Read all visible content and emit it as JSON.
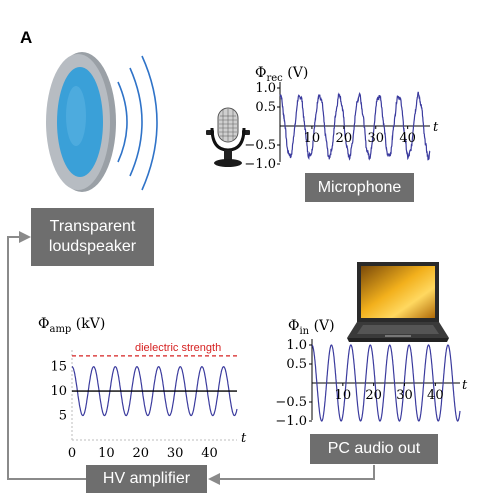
{
  "panel_label": "A",
  "boxes": {
    "speaker": "Transparent loudspeaker",
    "speaker_line1": "Transparent",
    "speaker_line2": "loudspeaker",
    "microphone": "Microphone",
    "pc_audio": "PC audio out",
    "hv_amplifier": "HV amplifier"
  },
  "icons": [
    "loudspeaker-disk-icon",
    "sound-wave-icon",
    "microphone-icon",
    "laptop-icon"
  ],
  "colors": {
    "signal": "#3b3b9e",
    "box_fill": "#6e6e6e",
    "arrow": "#8a8a8a",
    "dielectric": "#d62020",
    "speaker_blue": "#3aa0d8",
    "speaker_rim": "#b7bcc2"
  },
  "chart_data": [
    {
      "id": "rec",
      "type": "line",
      "ylabel": "Φ",
      "ylabel_sub": "rec",
      "ylabel_unit": " (V)",
      "xlabel": "t",
      "x_ticks": [
        10,
        20,
        30,
        40
      ],
      "y_ticks": [
        1.0,
        0.5,
        -0.5,
        -1.0
      ],
      "y_tick_labels": [
        "1.0",
        "0.5",
        "−0.5",
        "−1.0"
      ],
      "xlim": [
        0,
        47
      ],
      "ylim": [
        -1.0,
        1.0
      ],
      "series": [
        {
          "amplitude": 0.8,
          "period": 6.2,
          "noise": true
        }
      ]
    },
    {
      "id": "amp",
      "type": "line",
      "ylabel": "Φ",
      "ylabel_sub": "amp",
      "ylabel_unit": " (kV)",
      "xlabel": "t",
      "x_ticks": [
        0,
        10,
        20,
        30,
        40
      ],
      "y_ticks": [
        15,
        10,
        5
      ],
      "y_tick_labels": [
        "15",
        "10",
        "5"
      ],
      "xlim": [
        0,
        48
      ],
      "ylim": [
        0,
        18
      ],
      "annotation": "dielectric strength",
      "dielectric_level": 17.2,
      "baseline": 10,
      "series": [
        {
          "offset": 10,
          "amplitude": 5,
          "period": 6.3
        }
      ]
    },
    {
      "id": "in",
      "type": "line",
      "ylabel": "Φ",
      "ylabel_sub": "in",
      "ylabel_unit": " (V)",
      "xlabel": "t",
      "x_ticks": [
        10,
        20,
        30,
        40
      ],
      "y_ticks": [
        1.0,
        0.5,
        -0.5,
        -1.0
      ],
      "y_tick_labels": [
        "1.0",
        "0.5",
        "−0.5",
        "−1.0"
      ],
      "xlim": [
        0,
        48
      ],
      "ylim": [
        -1.0,
        1.0
      ],
      "series": [
        {
          "amplitude": 1.0,
          "period": 6.3
        }
      ]
    }
  ]
}
